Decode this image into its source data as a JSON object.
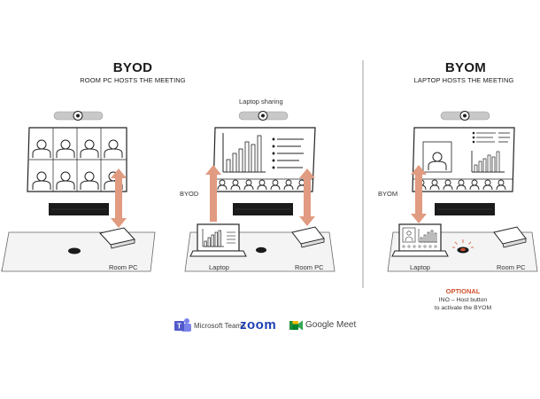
{
  "byod": {
    "title": "BYOD",
    "subtitle": "ROOM PC HOSTS THE MEETING",
    "sharing_label": "Laptop sharing",
    "side_label": "BYOD",
    "room_pc_label": "Room PC",
    "room_pc_label_2": "Room PC",
    "laptop_label": "Laptop"
  },
  "byom": {
    "title": "BYOM",
    "subtitle": "LAPTOP HOSTS THE MEETING",
    "side_label": "BYOM",
    "laptop_label": "Laptop",
    "room_pc_label": "Room PC",
    "optional_title": "OPTIONAL",
    "optional_line1": "INO – Host button",
    "optional_line2": "to activate the BYOM"
  },
  "logos": {
    "teams": "Microsoft Teams",
    "zoom": "zoom",
    "meet": "Google Meet"
  },
  "colors": {
    "arrow": "#e09b80",
    "accent_red": "#d24f2c",
    "desk": "#f4f4f4",
    "teams": "#5059c9",
    "zoom": "#1a3fb3"
  }
}
